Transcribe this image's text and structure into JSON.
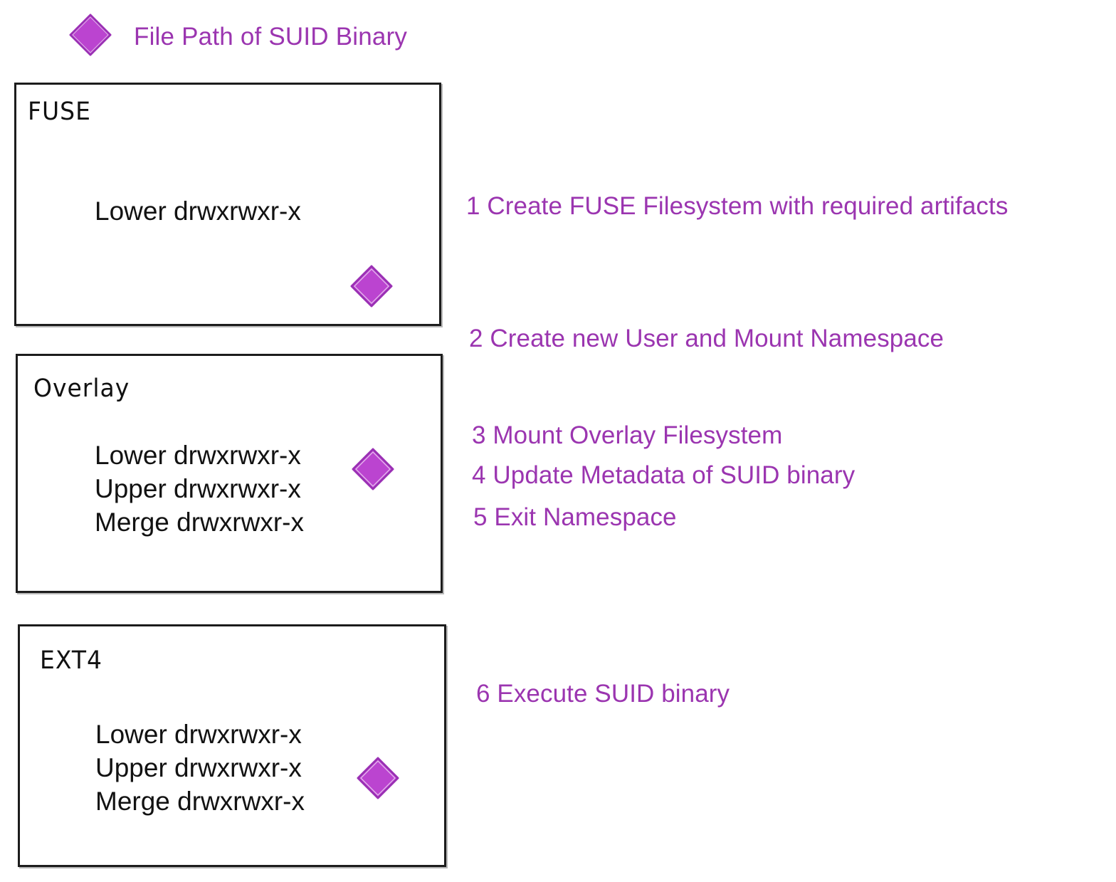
{
  "legend": {
    "icon": "diamond-icon",
    "label": "File Path of SUID Binary"
  },
  "colors": {
    "accent_purple_fill": "#BB44D0",
    "accent_purple_text": "#9B35B0",
    "accent_purple_stroke": "#8E2FA8",
    "box_border": "#1c1c1c",
    "body_text": "#121212",
    "background": "#FFFFFF"
  },
  "boxes": [
    {
      "id": "fuse",
      "title": "FUSE",
      "rows": [
        "Lower drwxrwxr-x"
      ],
      "diamond_row_index": 0
    },
    {
      "id": "overlay",
      "title": "Overlay",
      "rows": [
        "Lower drwxrwxr-x",
        "Upper drwxrwxr-x",
        "Merge drwxrwxr-x"
      ],
      "diamond_row_index": 0
    },
    {
      "id": "ext4",
      "title": "EXT4",
      "rows": [
        "Lower drwxrwxr-x",
        "Upper drwxrwxr-x",
        "Merge drwxrwxr-x"
      ],
      "diamond_row_index": 1
    }
  ],
  "steps": [
    {
      "number": "1",
      "text": "1 Create FUSE Filesystem with required artifacts"
    },
    {
      "number": "2",
      "text": "2 Create new User and Mount Namespace"
    },
    {
      "number": "3",
      "text": "3 Mount Overlay Filesystem"
    },
    {
      "number": "4",
      "text": "4 Update Metadata of SUID binary"
    },
    {
      "number": "5",
      "text": "5 Exit Namespace"
    },
    {
      "number": "6",
      "text": "6 Execute SUID binary"
    }
  ]
}
